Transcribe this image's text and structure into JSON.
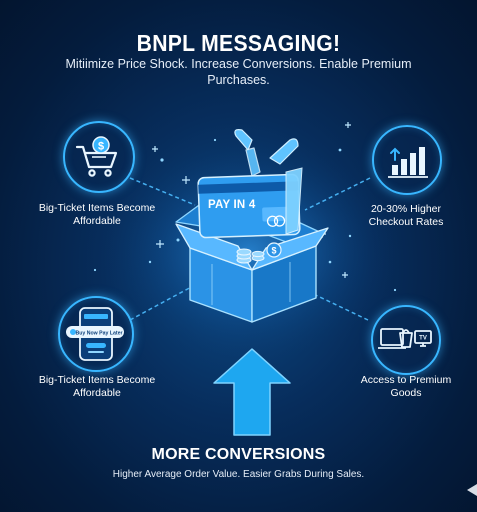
{
  "header": {
    "title": "BNPL MESSAGING!",
    "subtitle": "Mitiimize Price Shock. Increase Conversions. Enable Premium Purchases."
  },
  "card": {
    "label": "PAY IN 4"
  },
  "features": [
    {
      "label": "Big-Ticket Items Become Affordable",
      "icon": "shopping-cart-dollar-icon"
    },
    {
      "label": "20-30% Higher Checkout Rates",
      "icon": "bar-chart-growth-icon"
    },
    {
      "label": "Big-Ticket Items Become Affordable",
      "icon": "smartphone-buy-now-pay-later-icon"
    },
    {
      "label": "Access to Premium Goods",
      "icon": "premium-goods-icon"
    }
  ],
  "phone": {
    "button_label": "Buy Now Pay Later"
  },
  "tv": {
    "label": "TV"
  },
  "footer": {
    "title": "MORE CONVERSIONS",
    "subtitle": "Higher Average Order Value. Easier Grabs During Sales."
  },
  "colors": {
    "background": "#041c3d",
    "accent": "#38b6ff",
    "arrow": "#1ea7f0"
  }
}
